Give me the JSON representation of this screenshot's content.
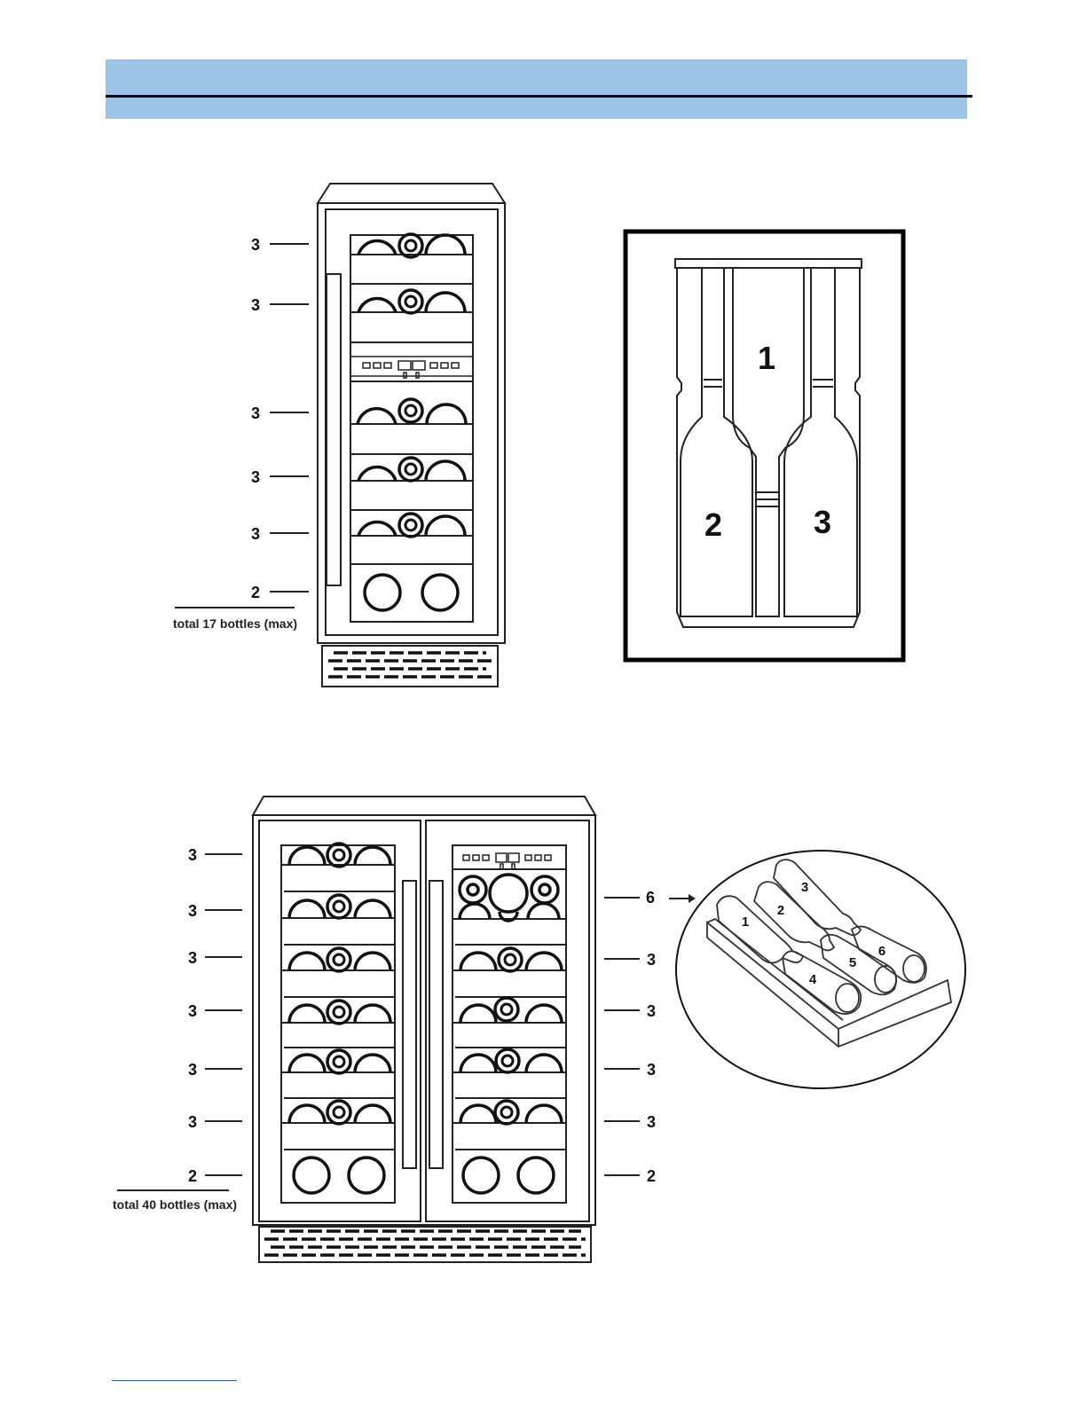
{
  "header": {
    "band_color": "#9dc3e6"
  },
  "fridge_single": {
    "shelf_counts": [
      "3",
      "3",
      "3",
      "3",
      "3",
      "2"
    ],
    "total_label": "total 17 bottles (max)"
  },
  "shelf_detail": {
    "bottle_numbers": [
      "1",
      "2",
      "3"
    ]
  },
  "fridge_double": {
    "left_counts": [
      "3",
      "3",
      "3",
      "3",
      "3",
      "3",
      "2"
    ],
    "right_counts": [
      "6",
      "3",
      "3",
      "3",
      "3",
      "2"
    ],
    "total_label": "total 40 bottles (max)"
  },
  "stacking_detail": {
    "bottle_numbers": [
      "1",
      "2",
      "3",
      "4",
      "5",
      "6"
    ]
  }
}
